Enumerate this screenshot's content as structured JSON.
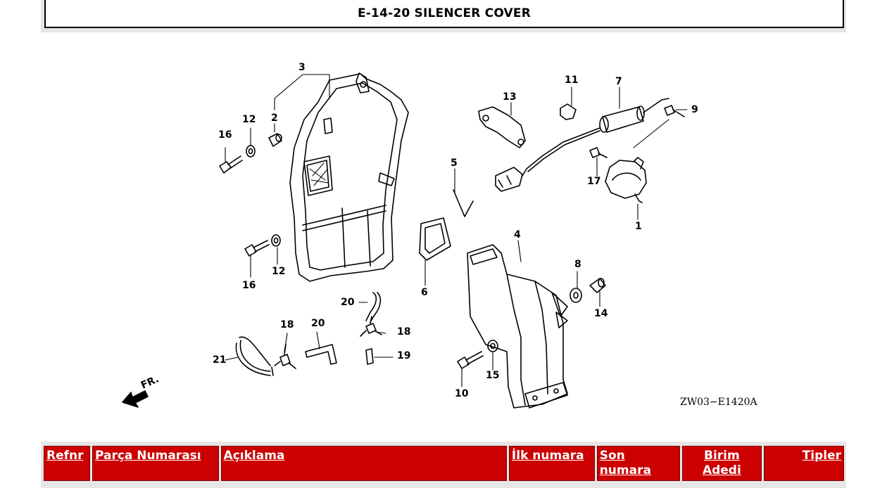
{
  "header": {
    "title": "E-14-20 SILENCER COVER"
  },
  "diagram": {
    "code": "ZW03−E1420A",
    "front_label": "FR.",
    "callouts": [
      "1",
      "2",
      "3",
      "4",
      "5",
      "6",
      "7",
      "8",
      "9",
      "10",
      "11",
      "12",
      "12",
      "13",
      "14",
      "15",
      "16",
      "16",
      "17",
      "18",
      "18",
      "19",
      "20",
      "20",
      "21"
    ]
  },
  "table": {
    "headers": {
      "refnr": "Refnr",
      "part_number": "Parça Numarası",
      "description": "Açıklama",
      "first_number": "İlk numara",
      "last_number": "Son numara",
      "unit_qty": "Birim Adedi",
      "types": "Tipler"
    }
  }
}
